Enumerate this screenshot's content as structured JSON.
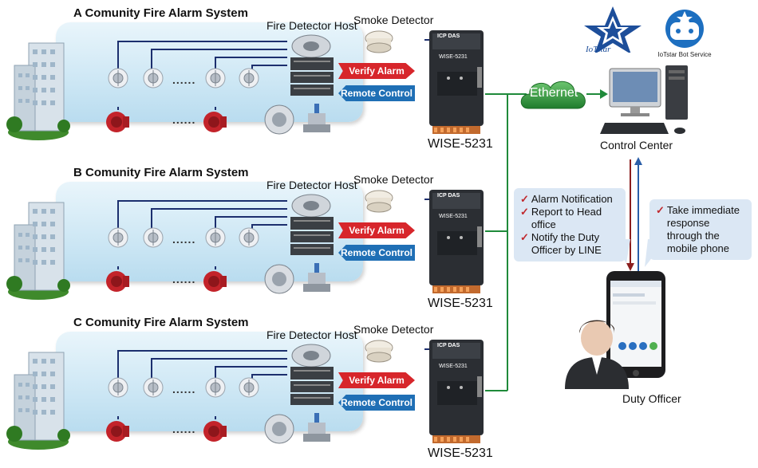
{
  "systems": [
    {
      "title": "A Comunity Fire Alarm  System"
    },
    {
      "title": "B Comunity Fire Alarm  System"
    },
    {
      "title": "C Comunity Fire Alarm  System"
    }
  ],
  "labels": {
    "fire_detector_host": "Fire Detector Host",
    "smoke_detector": "Smoke Detector",
    "verify_alarm": "Verify Alarm",
    "remote_control": "Remote Control",
    "wise": "WISE-5231",
    "device_badge": "WISE-5231",
    "ellipsis": "......",
    "ethernet": "Ethernet",
    "control_center": "Control  Center",
    "duty_officer": "Duty Officer",
    "iotstar": "IoTstar",
    "iotstar_bot": "IoTstar Bot Service",
    "icp": "ICP DAS"
  },
  "notifications": {
    "items": [
      "Alarm Notification",
      "Report to Head office",
      "Notify the Duty Officer by LINE"
    ]
  },
  "response": {
    "items": [
      "Take immediate response through the mobile phone"
    ]
  },
  "colors": {
    "verify": "#d7262b",
    "remote": "#1f6fb5",
    "ethernet": "#2e9a3a",
    "line_green": "#1f8a3a",
    "arrow_red": "#8b1e1e",
    "arrow_blue": "#2a5ea8"
  }
}
